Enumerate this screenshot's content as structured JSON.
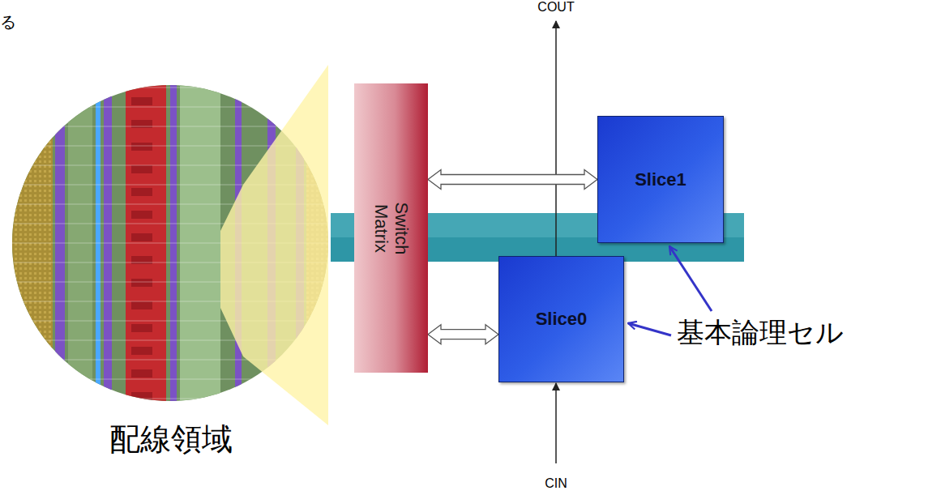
{
  "diagram": {
    "nodes": [
      {
        "text": [
          "Switch Matrix"
        ]
      },
      {
        "text": [
          "Slice1"
        ]
      },
      {
        "text": [
          "Slice0"
        ]
      }
    ],
    "edges": [
      {
        "from": 0,
        "to": 1,
        "arrow": "both"
      },
      {
        "from": 0,
        "to": 2,
        "arrow": "both"
      }
    ],
    "labels": [
      "る",
      "COUT",
      "CIN",
      "基本論理セル",
      "配線領域"
    ]
  }
}
